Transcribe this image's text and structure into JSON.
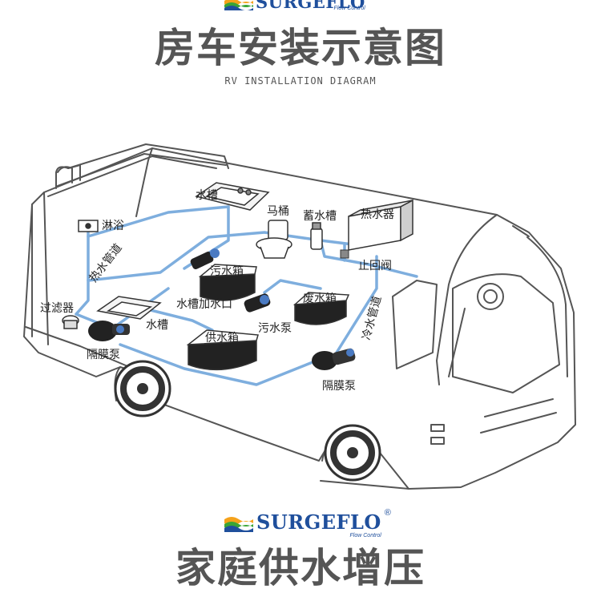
{
  "brand": {
    "name": "SURGEFLO",
    "tagline": "Flow Control",
    "registered": "®",
    "colors": {
      "blue": "#1f4f9c",
      "orange": "#f5a21b",
      "green": "#3aa535",
      "pipe": "#7eaede"
    }
  },
  "header": {
    "title": "房车安装示意图",
    "subtitle": "RV INSTALLATION DIAGRAM"
  },
  "labels": {
    "sink_top": "水槽",
    "toilet": "马桶",
    "accumulator": "蓄水槽",
    "water_heater": "热水器",
    "shower": "淋浴",
    "hot_water_pipe": "热水管道",
    "check_valve": "止回阀",
    "waste_tank": "污水箱",
    "filter": "过滤器",
    "sink_fill_port": "水槽加水口",
    "grey_tank": "废水箱",
    "cold_water_pipe": "冷水管道",
    "sink_bottom": "水槽",
    "sewage_pump": "污水泵",
    "supply_tank": "供水箱",
    "diaphragm_pump_left": "隔膜泵",
    "diaphragm_pump_right": "隔膜泵"
  },
  "footer": {
    "title": "家庭供水增压"
  }
}
